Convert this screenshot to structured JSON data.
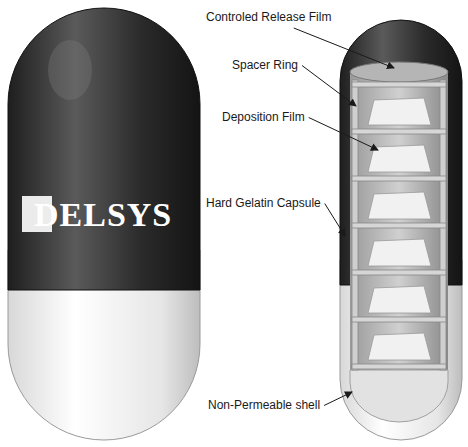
{
  "diagram": {
    "labels": [
      "DELSYS",
      "Controled Release Film",
      "Spacer Ring",
      "Deposition Film",
      "Hard Gelatin Capsule",
      "Non-Permeable shell"
    ]
  }
}
